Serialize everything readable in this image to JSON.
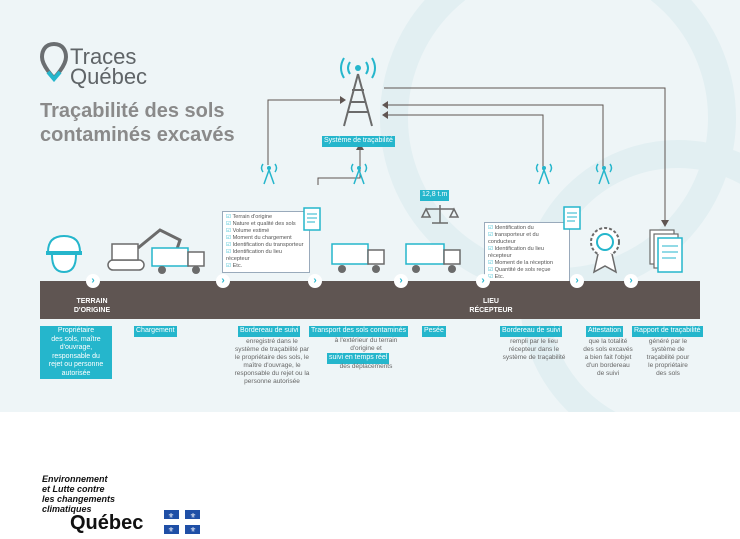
{
  "logo": {
    "line1": "Traces",
    "line2": "Québec"
  },
  "title": {
    "line1": "Traçabilité des sols",
    "line2": "contaminés excavés"
  },
  "tower_label": "Système de traçabilité",
  "weight_label": "12,8 t.m",
  "band": {
    "origin": "TERRAIN\nD'ORIGINE",
    "receiver": "LIEU\nRÉCEPTEUR"
  },
  "card1": [
    "Terrain d'origine",
    "Nature et qualité des sols",
    "Volume estimé",
    "Moment du chargement",
    "Identification du transporteur",
    "Identification du lieu récepteur",
    "Etc."
  ],
  "card2": [
    "Identification du",
    "transporteur et du conducteur",
    "Identification du lieu récepteur",
    "Moment de la réception",
    "Quantité de sols reçue",
    "Etc."
  ],
  "steps": [
    {
      "title": "Propriétaire\ndes sols, maître\nd'ouvrage,\nresponsable du\nrejet ou personne\nautorisée",
      "desc": ""
    },
    {
      "title": "Chargement",
      "desc": ""
    },
    {
      "title": "Bordereau de suivi",
      "desc": "enregistré dans le\nsystème de traçabilité par\nle propriétaire des sols, le\nmaître d'ouvrage, le\nresponsable du rejet ou la\npersonne autorisée"
    },
    {
      "title": "Transport des sols contaminés",
      "desc": "à l'extérieur du terrain\nd'origine et",
      "title2": "suivi en temps réel",
      "desc2": "des déplacements"
    },
    {
      "title": "Pesée",
      "desc": ""
    },
    {
      "title": "Bordereau de suivi",
      "desc": "rempli par le lieu\nrécepteur dans le\nsystème de traçabilité"
    },
    {
      "title": "Attestation",
      "desc": "que la totalité\ndes sols excavés\na bien fait l'objet\nd'un bordereau\nde suivi"
    },
    {
      "title": "Rapport de traçabilité",
      "desc": "généré par le\nsystème de\ntraçabilité pour\nle propriétaire\ndes sols"
    }
  ],
  "footer": {
    "ministry": "Environnement\net Lutte contre\nles changements\nclimatiques",
    "gov": "Québec"
  },
  "colors": {
    "teal": "#25b6cc",
    "band": "#5f5552",
    "grey_text": "#8a8a8a"
  },
  "icons": [
    "location-pin-icon",
    "radio-tower-icon",
    "hard-hat-worker-icon",
    "excavator-icon",
    "dump-truck-icon",
    "scale-icon",
    "document-icon",
    "award-seal-icon",
    "report-stack-icon",
    "quebec-flag-icon"
  ]
}
